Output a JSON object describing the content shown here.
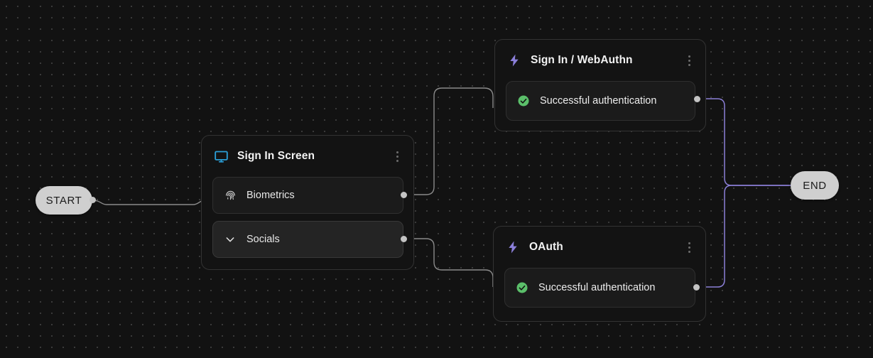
{
  "canvas": {
    "background_color": "#121212",
    "dot_color": "#3a3a3a",
    "edge_color": "#8a8a8a",
    "accent_purple": "#8b7fd6"
  },
  "start_node": {
    "label": "START"
  },
  "end_node": {
    "label": "END"
  },
  "nodes": [
    {
      "id": "signin-screen",
      "title": "Sign In Screen",
      "icon": "monitor-icon",
      "icon_color": "#2b9fd8",
      "menu_icon": "kebab-menu-icon",
      "rows": [
        {
          "label": "Biometrics",
          "icon": "fingerprint-icon",
          "state": "default"
        },
        {
          "label": "Socials",
          "icon": "chevron-down-icon",
          "state": "highlighted"
        }
      ]
    },
    {
      "id": "webauthn",
      "title": "Sign In / WebAuthn",
      "icon": "lightning-bolt-icon",
      "icon_color": "#8b7fd9",
      "menu_icon": "kebab-menu-icon",
      "rows": [
        {
          "label": "Successful authentication",
          "icon": "check-circle-icon",
          "state": "default"
        }
      ]
    },
    {
      "id": "oauth",
      "title": "OAuth",
      "icon": "lightning-bolt-icon",
      "icon_color": "#8b7fd9",
      "menu_icon": "kebab-menu-icon",
      "rows": [
        {
          "label": "Successful authentication",
          "icon": "check-circle-icon",
          "state": "default"
        }
      ]
    }
  ]
}
